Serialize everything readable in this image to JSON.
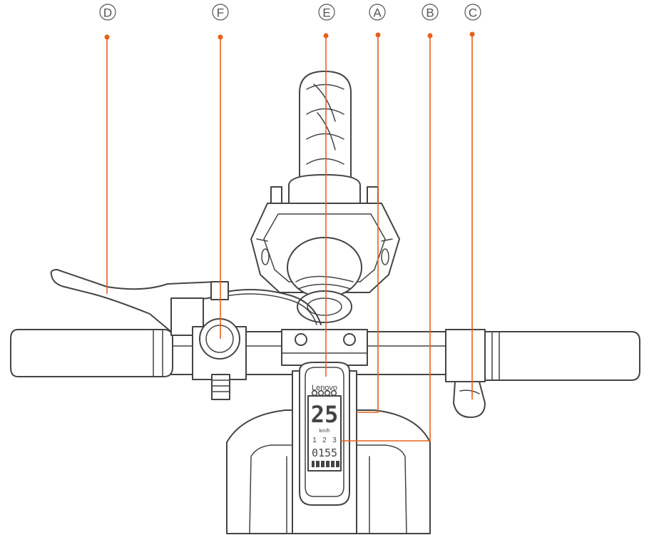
{
  "callouts": {
    "d": "D",
    "f": "F",
    "e": "E",
    "a": "A",
    "b": "B",
    "c": "C"
  },
  "display": {
    "brand": "Lenovo",
    "speed": "25",
    "unit": "km/h",
    "gear_1": "1",
    "gear_2": "2",
    "gear_3": "3",
    "odometer": "0155"
  },
  "colors": {
    "leader": "#e8601c",
    "outline": "#444444"
  }
}
